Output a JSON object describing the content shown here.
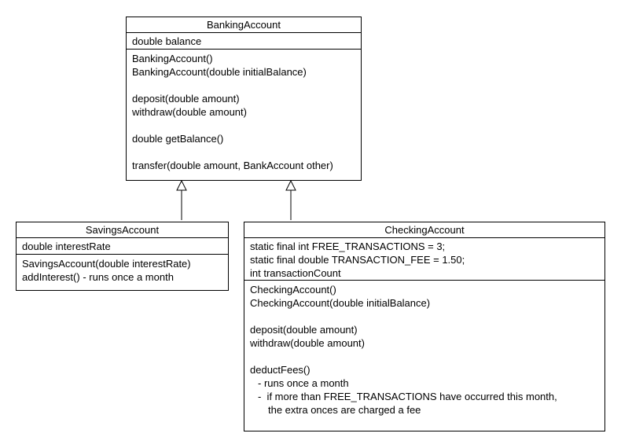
{
  "banking": {
    "name": "BankingAccount",
    "attributes": [
      "double balance"
    ],
    "ctor1": "BankingAccount()",
    "ctor2": "BankingAccount(double initialBalance)",
    "m_deposit": "deposit(double amount)",
    "m_withdraw": "withdraw(double amount)",
    "m_getBalance": "double getBalance()",
    "m_transfer": "transfer(double amount, BankAccount other)"
  },
  "savings": {
    "name": "SavingsAccount",
    "attr1": "double interestRate",
    "m1": "SavingsAccount(double interestRate)",
    "m2": "addInterest() - runs once a month"
  },
  "checking": {
    "name": "CheckingAccount",
    "attr1": "static final int FREE_TRANSACTIONS = 3;",
    "attr2": "static final double TRANSACTION_FEE = 1.50;",
    "attr3": "int transactionCount",
    "ctor1": "CheckingAccount()",
    "ctor2": "CheckingAccount(double initialBalance)",
    "m_deposit": "deposit(double amount)",
    "m_withdraw": "withdraw(double amount)",
    "m_deduct": "deductFees()",
    "note1": "- runs once a month",
    "note2": "-  if more than FREE_TRANSACTIONS have occurred this month,",
    "note3": "the extra onces are charged a fee"
  }
}
